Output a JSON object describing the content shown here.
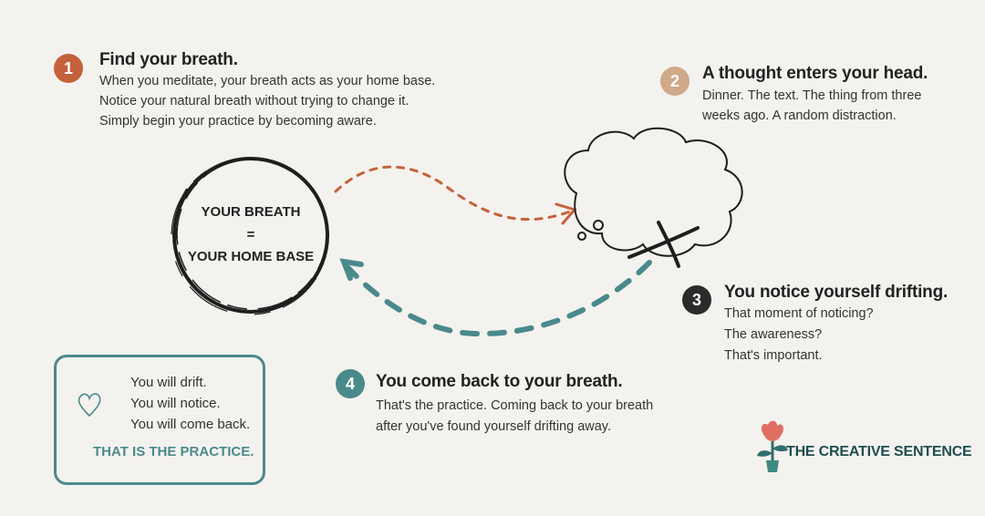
{
  "steps": [
    {
      "number": "1",
      "title": "Find your breath.",
      "lines": [
        "When you meditate, your breath acts as your home base.",
        "Notice your natural breath without trying to change it.",
        "Simply begin your practice by becoming aware."
      ],
      "color": "#c4613a"
    },
    {
      "number": "2",
      "title": "A thought enters your head.",
      "lines": [
        "Dinner. The text. The thing from three",
        "weeks ago. A random distraction."
      ],
      "color": "#cfa98a"
    },
    {
      "number": "3",
      "title": "You notice yourself drifting.",
      "lines": [
        "That moment of noticing?",
        "The awareness?",
        "That's important."
      ],
      "color": "#2b2b2b"
    },
    {
      "number": "4",
      "title": "You come back to your breath.",
      "lines": [
        "That's the practice. Coming back to your breath",
        "after you've found yourself drifting away."
      ],
      "color": "#4a8a8c"
    }
  ],
  "breath_circle": {
    "line1": "YOUR BREATH",
    "line2": "=",
    "line3": "YOUR HOME BASE"
  },
  "practice_box": {
    "lines": [
      "You will drift.",
      "You will notice.",
      "You will come back."
    ],
    "emphasis": "THAT IS THE PRACTICE.",
    "icon": "heart-icon"
  },
  "brand": {
    "name": "THE CREATIVE SENTENCE",
    "icon": "flower-logo-icon"
  },
  "colors": {
    "background": "#f4f2ee",
    "orange": "#c4613a",
    "teal": "#4a8a8c",
    "tan": "#cfa98a",
    "dark": "#2b2b2b"
  }
}
